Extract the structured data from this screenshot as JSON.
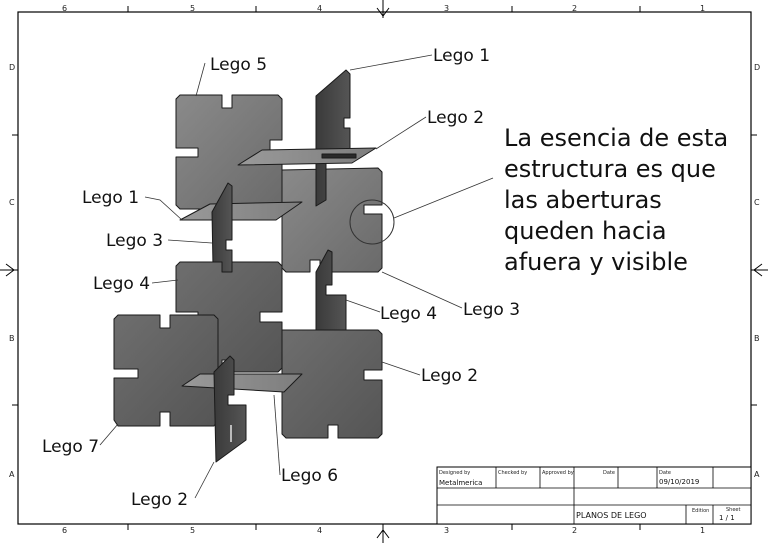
{
  "drawing": {
    "column_markers": [
      "6",
      "5",
      "4",
      "3",
      "2",
      "1"
    ],
    "row_markers": [
      "D",
      "C",
      "B",
      "A"
    ]
  },
  "callouts": [
    {
      "id": "lego5-top",
      "text": "Lego 5"
    },
    {
      "id": "lego1-top",
      "text": "Lego 1"
    },
    {
      "id": "lego2-top",
      "text": "Lego 2"
    },
    {
      "id": "lego1-left",
      "text": "Lego 1"
    },
    {
      "id": "lego3-left",
      "text": "Lego 3"
    },
    {
      "id": "lego4-left",
      "text": "Lego 4"
    },
    {
      "id": "lego3-right",
      "text": "Lego 3"
    },
    {
      "id": "lego4-right",
      "text": "Lego 4"
    },
    {
      "id": "lego2-right",
      "text": "Lego 2"
    },
    {
      "id": "lego7-left",
      "text": "Lego 7"
    },
    {
      "id": "lego6-bottom",
      "text": "Lego 6"
    },
    {
      "id": "lego2-bottom",
      "text": "Lego 2"
    }
  ],
  "note": {
    "lines": [
      "La esencia de esta",
      "estructura es que",
      "las aberturas",
      "queden hacia",
      "afuera y visible"
    ]
  },
  "title_block": {
    "designed_by_label": "Designed by",
    "designed_by": "Metalmerica",
    "checked_by_label": "Checked by",
    "approved_by_label": "Approved by",
    "date_label_1": "Date",
    "date_label_2": "Date",
    "date": "09/10/2019",
    "title": "PLANOS DE LEGO",
    "edition_label": "Edition",
    "sheet_label": "Sheet",
    "sheet": "1 / 1"
  }
}
